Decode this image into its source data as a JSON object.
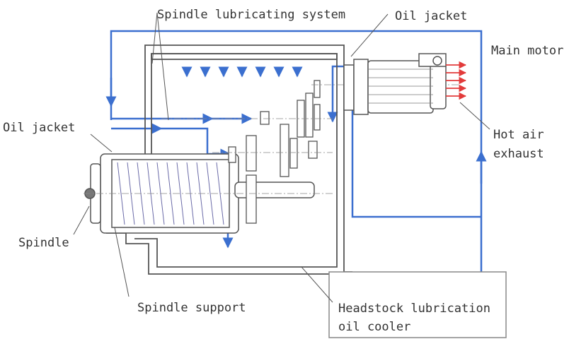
{
  "labels": {
    "spindle_lubricating_system": "Spindle lubricating system",
    "oil_jacket_top": "Oil jacket",
    "main_motor": "Main motor",
    "oil_jacket_left": "Oil jacket",
    "hot_air_line1": "Hot air",
    "hot_air_line2": "exhaust",
    "spindle": "Spindle",
    "spindle_support": "Spindle support",
    "cooler_line1": "Headstock lubrication",
    "cooler_line2": "oil cooler"
  },
  "colors": {
    "oil_line": "#3b6fcf",
    "outline": "#555555",
    "hot_air": "#e23b3b",
    "leader": "#555555",
    "text": "#333333"
  }
}
